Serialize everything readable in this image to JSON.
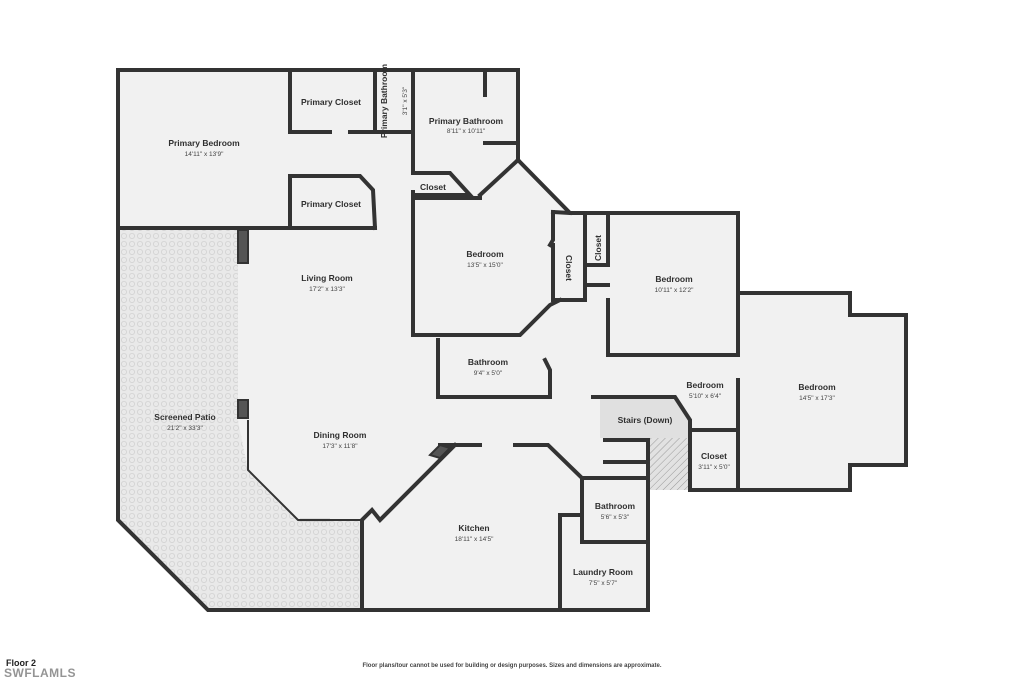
{
  "floor_label": "Floor 2",
  "disclaimer": "Floor plans/tour cannot be used for building or design purposes. Sizes and dimensions are approximate.",
  "watermark": "SWFLAMLS",
  "colors": {
    "wall": "#333333",
    "floor": "#f1f1f1",
    "patio": "#e6e6e6",
    "stairs": "#d9d9d9"
  },
  "rooms": [
    {
      "id": "primary-bedroom",
      "name": "Primary Bedroom",
      "dim": "14'11\" x 13'9\""
    },
    {
      "id": "primary-closet-1",
      "name": "Primary Closet",
      "dim": ""
    },
    {
      "id": "primary-bathroom-small",
      "name": "Primary Bathroom",
      "dim": "3'1\" x 5'3\""
    },
    {
      "id": "primary-bathroom",
      "name": "Primary Bathroom",
      "dim": "8'11\" x 10'11\""
    },
    {
      "id": "closet-1",
      "name": "Closet",
      "dim": ""
    },
    {
      "id": "primary-closet-2",
      "name": "Primary Closet",
      "dim": ""
    },
    {
      "id": "bedroom-1",
      "name": "Bedroom",
      "dim": "13'5\" x 15'0\""
    },
    {
      "id": "closet-2",
      "name": "Closet",
      "dim": ""
    },
    {
      "id": "closet-3",
      "name": "Closet",
      "dim": ""
    },
    {
      "id": "bedroom-2",
      "name": "Bedroom",
      "dim": "10'11\" x 12'2\""
    },
    {
      "id": "living-room",
      "name": "Living Room",
      "dim": "17'2\" x 13'3\""
    },
    {
      "id": "bathroom-1",
      "name": "Bathroom",
      "dim": "9'4\" x 5'0\""
    },
    {
      "id": "bedroom-3",
      "name": "Bedroom",
      "dim": "5'10\" x 6'4\""
    },
    {
      "id": "bedroom-4",
      "name": "Bedroom",
      "dim": "14'5\" x 17'3\""
    },
    {
      "id": "stairs",
      "name": "Stairs (Down)",
      "dim": ""
    },
    {
      "id": "closet-4",
      "name": "Closet",
      "dim": "3'11\" x 5'0\""
    },
    {
      "id": "screened-patio",
      "name": "Screened Patio",
      "dim": "21'2\" x 33'3\""
    },
    {
      "id": "dining-room",
      "name": "Dining Room",
      "dim": "17'3\" x 11'8\""
    },
    {
      "id": "kitchen",
      "name": "Kitchen",
      "dim": "18'11\" x 14'5\""
    },
    {
      "id": "bathroom-2",
      "name": "Bathroom",
      "dim": "5'6\" x 5'3\""
    },
    {
      "id": "laundry-room",
      "name": "Laundry Room",
      "dim": "7'5\" x 5'7\""
    }
  ]
}
